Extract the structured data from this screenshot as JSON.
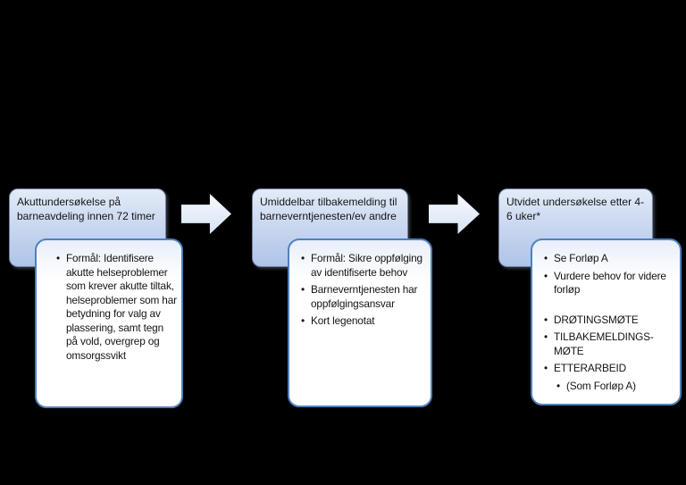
{
  "background": "#000000",
  "colors": {
    "box_gradient_top": "#e3ebf8",
    "box_gradient_bottom": "#aec4e8",
    "box_border": "#72839f",
    "callout_border": "#4f81bd",
    "callout_fill_top": "#e7eefa",
    "callout_fill": "#ffffff",
    "arrow_fill_top": "#f7fafe",
    "arrow_fill_bottom": "#d7e3f4",
    "text": "#141414"
  },
  "columns": [
    {
      "title": "Akuttundersøkelse på barneavdeling innen 72 timer",
      "bullets": [
        "Formål: Identifisere akutte helseproblemer som krever akutte tiltak, helseproblemer som har betydning for valg av plassering, samt tegn på vold, overgrep og omsorgssvikt"
      ]
    },
    {
      "title": "Umiddelbar tilbakemelding til barneverntjenesten/ev andre",
      "bullets": [
        "Formål: Sikre oppfølging av identifiserte behov",
        "Barneverntjenesten har oppfølgingsansvar",
        "Kort legenotat"
      ]
    },
    {
      "title": "Utvidet undersøkelse etter 4-6 uker*",
      "bullets_group1": [
        "Se Forløp A",
        "Vurdere behov for videre forløp"
      ],
      "bullets_group2": [
        "DRØTINGSMØTE",
        "TILBAKEMELDINGS-MØTE",
        "ETTERARBEID"
      ],
      "sub_bullet": "(Som Forløp A)"
    }
  ]
}
